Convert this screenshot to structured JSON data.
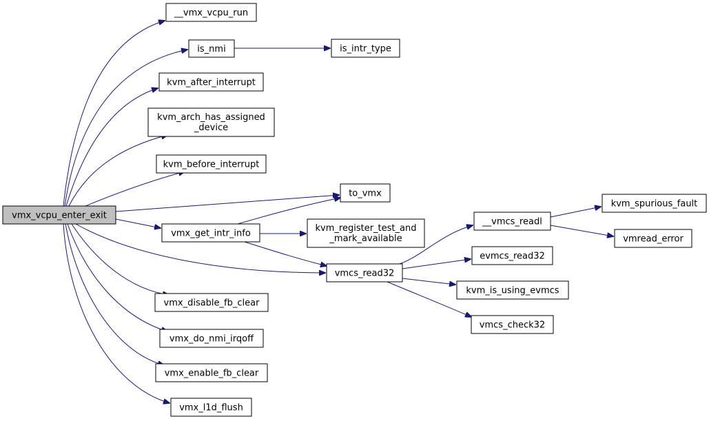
{
  "graph": {
    "edge_color": "#191970",
    "root_fill": "#bfbfbf",
    "nodes": [
      {
        "id": "vmx_vcpu_enter_exit",
        "label": "vmx_vcpu_enter_exit",
        "root": true
      },
      {
        "id": "__vmx_vcpu_run",
        "label": "__vmx_vcpu_run"
      },
      {
        "id": "is_nmi",
        "label": "is_nmi"
      },
      {
        "id": "is_intr_type",
        "label": "is_intr_type"
      },
      {
        "id": "kvm_after_interrupt",
        "label": "kvm_after_interrupt"
      },
      {
        "id": "kvm_arch_has_assigned_device",
        "label": "kvm_arch_has_assigned",
        "label2": "_device"
      },
      {
        "id": "kvm_before_interrupt",
        "label": "kvm_before_interrupt"
      },
      {
        "id": "to_vmx",
        "label": "to_vmx"
      },
      {
        "id": "vmx_get_intr_info",
        "label": "vmx_get_intr_info"
      },
      {
        "id": "kvm_register_test_and_mark_available",
        "label": "kvm_register_test_and",
        "label2": "_mark_available"
      },
      {
        "id": "vmcs_read32",
        "label": "vmcs_read32"
      },
      {
        "id": "__vmcs_readl",
        "label": "__vmcs_readl"
      },
      {
        "id": "kvm_spurious_fault",
        "label": "kvm_spurious_fault"
      },
      {
        "id": "vmread_error",
        "label": "vmread_error"
      },
      {
        "id": "evmcs_read32",
        "label": "evmcs_read32"
      },
      {
        "id": "kvm_is_using_evmcs",
        "label": "kvm_is_using_evmcs"
      },
      {
        "id": "vmcs_check32",
        "label": "vmcs_check32"
      },
      {
        "id": "vmx_disable_fb_clear",
        "label": "vmx_disable_fb_clear"
      },
      {
        "id": "vmx_do_nmi_irqoff",
        "label": "vmx_do_nmi_irqoff"
      },
      {
        "id": "vmx_enable_fb_clear",
        "label": "vmx_enable_fb_clear"
      },
      {
        "id": "vmx_l1d_flush",
        "label": "vmx_l1d_flush"
      }
    ],
    "edges": [
      {
        "from": "vmx_vcpu_enter_exit",
        "to": "__vmx_vcpu_run"
      },
      {
        "from": "vmx_vcpu_enter_exit",
        "to": "is_nmi"
      },
      {
        "from": "is_nmi",
        "to": "is_intr_type"
      },
      {
        "from": "vmx_vcpu_enter_exit",
        "to": "kvm_after_interrupt"
      },
      {
        "from": "vmx_vcpu_enter_exit",
        "to": "kvm_arch_has_assigned_device"
      },
      {
        "from": "vmx_vcpu_enter_exit",
        "to": "kvm_before_interrupt"
      },
      {
        "from": "vmx_vcpu_enter_exit",
        "to": "to_vmx"
      },
      {
        "from": "vmx_vcpu_enter_exit",
        "to": "vmx_get_intr_info"
      },
      {
        "from": "vmx_get_intr_info",
        "to": "to_vmx"
      },
      {
        "from": "vmx_get_intr_info",
        "to": "kvm_register_test_and_mark_available"
      },
      {
        "from": "vmx_get_intr_info",
        "to": "vmcs_read32"
      },
      {
        "from": "vmx_vcpu_enter_exit",
        "to": "vmcs_read32"
      },
      {
        "from": "vmcs_read32",
        "to": "__vmcs_readl"
      },
      {
        "from": "__vmcs_readl",
        "to": "kvm_spurious_fault"
      },
      {
        "from": "__vmcs_readl",
        "to": "vmread_error"
      },
      {
        "from": "vmcs_read32",
        "to": "evmcs_read32"
      },
      {
        "from": "vmcs_read32",
        "to": "kvm_is_using_evmcs"
      },
      {
        "from": "vmcs_read32",
        "to": "vmcs_check32"
      },
      {
        "from": "vmx_vcpu_enter_exit",
        "to": "vmx_disable_fb_clear"
      },
      {
        "from": "vmx_vcpu_enter_exit",
        "to": "vmx_do_nmi_irqoff"
      },
      {
        "from": "vmx_vcpu_enter_exit",
        "to": "vmx_enable_fb_clear"
      },
      {
        "from": "vmx_vcpu_enter_exit",
        "to": "vmx_l1d_flush"
      }
    ]
  }
}
